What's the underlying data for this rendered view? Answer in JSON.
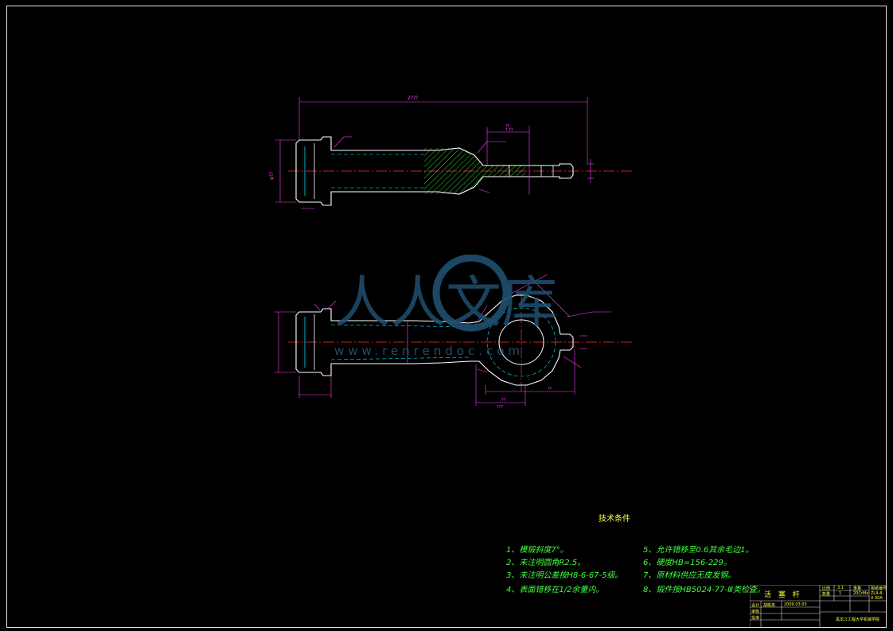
{
  "watermark": {
    "logo_text": "人人文库",
    "url_text": "www.renrendoc.com"
  },
  "dimensions": {
    "top_overall": "2???",
    "top_right_a": "??",
    "top_right_b": "?.??",
    "left_height": "φ??",
    "bottom_span_a": "??",
    "bottom_span_b": "???",
    "bottom_span_c": "??"
  },
  "technical_requirements": {
    "title": "技术条件",
    "items": [
      "1、模锻斜度7°。",
      "2、未注明圆角R2.5。",
      "3、未注明公差按H8-6-67-5级。",
      "4、表面错移在1/2余量内。",
      "5、允许错移至0.6其余毛边1。",
      "6、硬度HB=156-229。",
      "7、原材料供应无皮发钢。",
      "8、锻件按HB5024-77-Ⅲ类检查。"
    ]
  },
  "title_block": {
    "part_name": "活 塞 杆",
    "scale": "3:1",
    "weight_label": "重量",
    "material_label": "数量",
    "drawing_no": "ZL9-8-0-30A",
    "drawing_no_label": "图纸编号",
    "designer_label": "设计",
    "designer": "胡桃夹",
    "date": "2009.03.05",
    "check_label": "审核",
    "approve_label": "批准",
    "school": "黑龙江工程大学机械学院",
    "qty": "1",
    "mat": "20CrMo"
  },
  "colors": {
    "outline": "#ffffff",
    "dimension": "#ff40ff",
    "centerline": "#ff3030",
    "hidden": "#00e5ff",
    "hatch": "#40ff40",
    "text_green": "#40ff40",
    "text_yellow": "#ffff40"
  }
}
